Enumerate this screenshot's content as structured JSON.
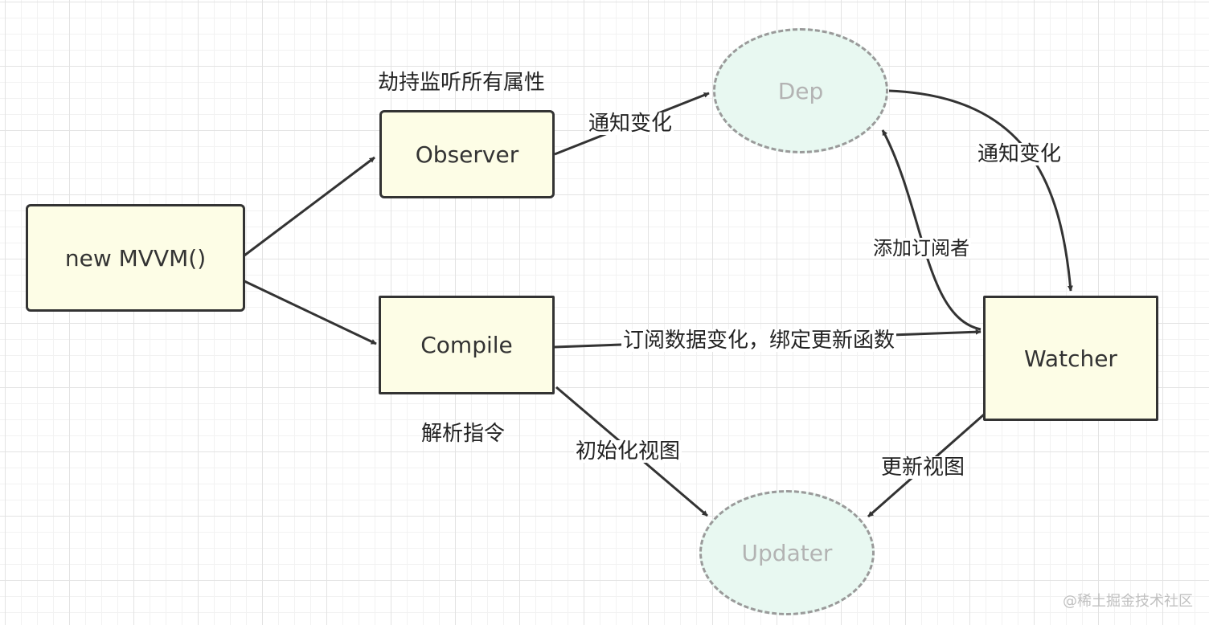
{
  "nodes": {
    "mvvm": "new MVVM()",
    "observer": "Observer",
    "compile": "Compile",
    "dep": "Dep",
    "watcher": "Watcher",
    "updater": "Updater"
  },
  "labels": {
    "observer_caption": "劫持监听所有属性",
    "compile_caption": "解析指令",
    "observer_to_dep": "通知变化",
    "dep_to_watcher": "通知变化",
    "watcher_to_dep": "添加订阅者",
    "compile_to_watcher": "订阅数据变化，绑定更新函数",
    "compile_to_updater": "初始化视图",
    "watcher_to_updater": "更新视图"
  },
  "watermark": "@稀土掘金技术社区",
  "colors": {
    "box_fill": "#fdfde6",
    "ellipse_fill": "#e8f8f1",
    "stroke": "#333333",
    "dashed": "#9a9a9a"
  }
}
